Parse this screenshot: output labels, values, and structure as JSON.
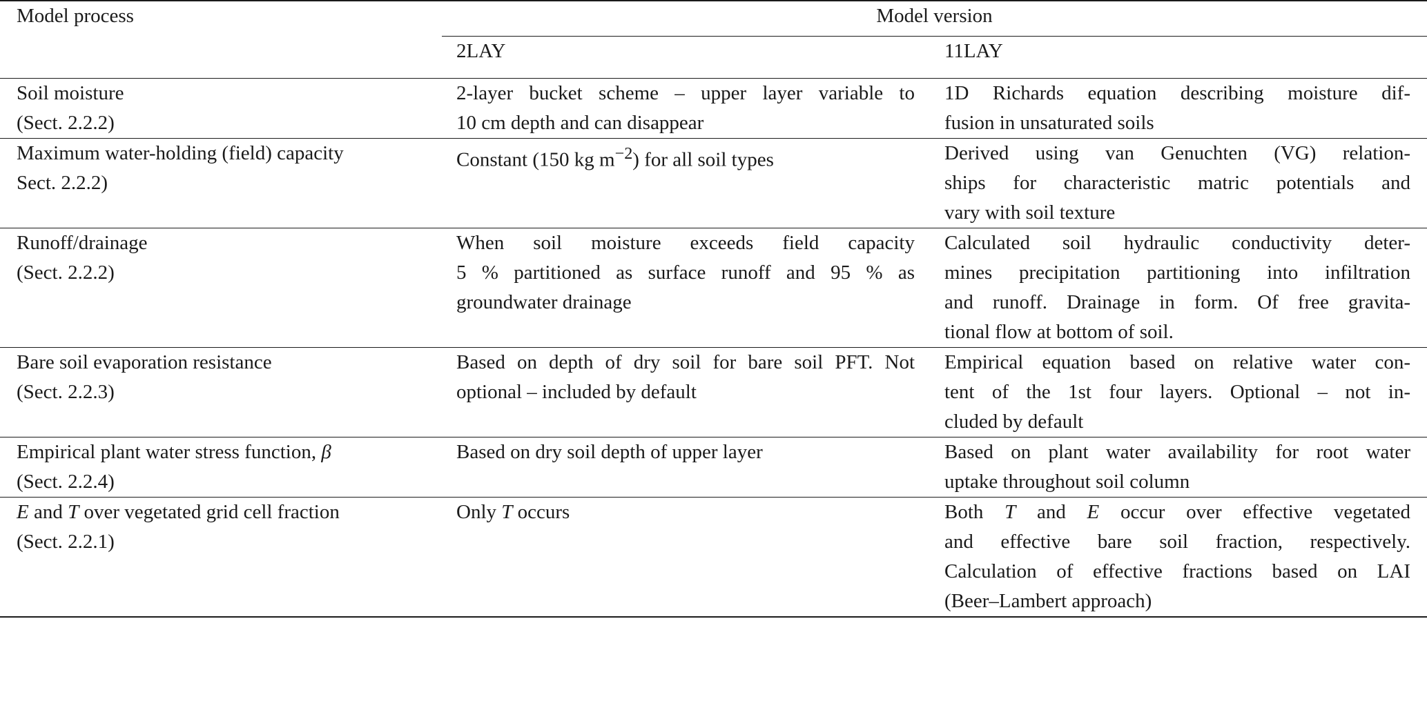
{
  "header": {
    "col1": "Model process",
    "group": "Model version",
    "col2": "2LAY",
    "col3": "11LAY"
  },
  "rows": [
    {
      "p1": "Soil moisture",
      "p2": "(Sect. 2.2.2)",
      "a1": "2-layer bucket scheme – upper layer variable to",
      "a2": "10 cm depth and can disappear",
      "b1": "1D Richards equation describing moisture dif-",
      "b2": "fusion in unsaturated soils"
    },
    {
      "p1": "Maximum water-holding (field) capacity",
      "p2": "Sect. 2.2.2)",
      "a_pre": "Constant (150 kg m",
      "a_sup": "−2",
      "a_post": ") for all soil types",
      "b1": "Derived using van Genuchten (VG) relation-",
      "b2": "ships for characteristic matric potentials and",
      "b3": "vary with soil texture"
    },
    {
      "p1": "Runoff/drainage",
      "p2": "(Sect. 2.2.2)",
      "a1": "When soil moisture exceeds field capacity",
      "a2": "5 % partitioned as surface runoff and 95 % as",
      "a3": "groundwater drainage",
      "b1": "Calculated soil hydraulic conductivity deter-",
      "b2": "mines precipitation partitioning into infiltration",
      "b3": "and runoff. Drainage in form. Of free gravita-",
      "b4": "tional flow at bottom of soil."
    },
    {
      "p1": "Bare soil evaporation resistance",
      "p2": "(Sect. 2.2.3)",
      "a1": "Based on depth of dry soil for bare soil PFT. Not",
      "a2": "optional – included by default",
      "b1": "Empirical equation based on relative water con-",
      "b2": "tent of the 1st four layers. Optional – not in-",
      "b3": "cluded by default"
    },
    {
      "p1_pre": "Empirical plant water stress function, ",
      "p1_sym": "β",
      "p2": "(Sect. 2.2.4)",
      "a1": "Based on dry soil depth of upper layer",
      "b1": "Based on plant water availability for root water",
      "b2": "uptake throughout soil column"
    },
    {
      "p1_e": "E",
      "p1_and": " and ",
      "p1_t": "T",
      "p1_post": " over vegetated grid cell fraction",
      "p2": "(Sect. 2.2.1)",
      "a_pre": "Only ",
      "a_t": "T",
      "a_post": " occurs",
      "b1_pre": "Both ",
      "b1_t": "T",
      "b1_and": " and ",
      "b1_e": "E",
      "b1_post": " occur over effective vegetated",
      "b2": "and effective bare soil fraction, respectively.",
      "b3": "Calculation of effective fractions based on LAI",
      "b4": "(Beer–Lambert approach)"
    }
  ]
}
